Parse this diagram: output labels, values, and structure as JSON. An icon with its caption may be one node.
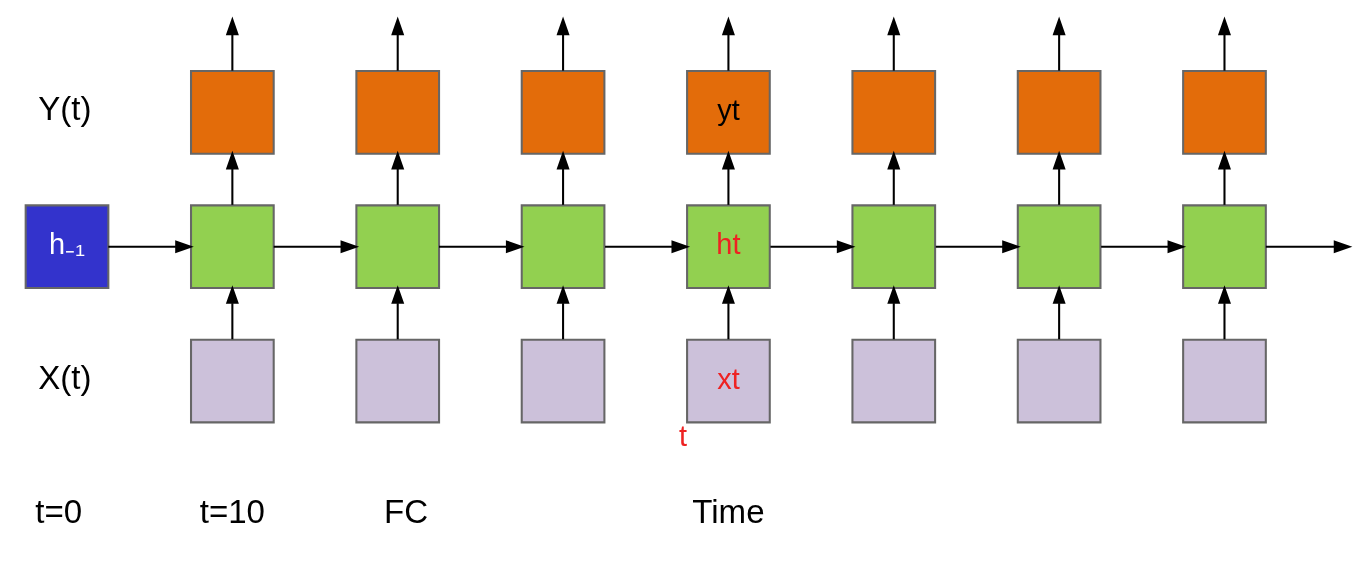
{
  "diagram": {
    "nodes": [
      {
        "text": [
          "h₋₁"
        ]
      },
      {
        "text": [],
        "shape": "box"
      },
      {
        "text": [],
        "shape": "box"
      },
      {
        "text": [],
        "shape": "box"
      },
      {
        "text": [],
        "shape": "box"
      },
      {
        "text": [],
        "shape": "box"
      },
      {
        "text": [],
        "shape": "box"
      },
      {
        "text": [],
        "shape": "box"
      },
      {
        "text": [],
        "shape": "box"
      },
      {
        "text": [],
        "shape": "box"
      },
      {
        "text": [
          "yt"
        ]
      },
      {
        "text": [
          "ht"
        ]
      },
      {
        "text": [
          "xt"
        ],
        "beside": [
          "t"
        ]
      },
      {
        "text": [],
        "shape": "box"
      },
      {
        "text": [],
        "shape": "box"
      },
      {
        "text": [],
        "shape": "box"
      },
      {
        "text": [],
        "shape": "box"
      },
      {
        "text": [],
        "shape": "box"
      },
      {
        "text": [],
        "shape": "box"
      },
      {
        "text": [],
        "shape": "box"
      },
      {
        "text": [],
        "shape": "box"
      },
      {
        "text": [],
        "shape": "box"
      }
    ],
    "edges": [
      {
        "from": 0,
        "to": 2,
        "arrow": "to"
      },
      {
        "from": 3,
        "to": 2,
        "arrow": "to"
      },
      {
        "from": 2,
        "to": 1,
        "arrow": "to"
      },
      {
        "from": 1,
        "to": null,
        "arrow": "to"
      },
      {
        "from": 2,
        "to": 5,
        "arrow": "to"
      },
      {
        "from": 6,
        "to": 5,
        "arrow": "to"
      },
      {
        "from": 5,
        "to": 4,
        "arrow": "to"
      },
      {
        "from": 4,
        "to": null,
        "arrow": "to"
      },
      {
        "from": 5,
        "to": 8,
        "arrow": "to"
      },
      {
        "from": 9,
        "to": 8,
        "arrow": "to"
      },
      {
        "from": 8,
        "to": 7,
        "arrow": "to"
      },
      {
        "from": 7,
        "to": null,
        "arrow": "to"
      },
      {
        "from": 8,
        "to": 11,
        "arrow": "to"
      },
      {
        "from": 12,
        "to": 11,
        "arrow": "to"
      },
      {
        "from": 11,
        "to": 10,
        "arrow": "to"
      },
      {
        "from": 10,
        "to": null,
        "arrow": "to"
      },
      {
        "from": 11,
        "to": 14,
        "arrow": "to"
      },
      {
        "from": 15,
        "to": 14,
        "arrow": "to"
      },
      {
        "from": 14,
        "to": 13,
        "arrow": "to"
      },
      {
        "from": 13,
        "to": null,
        "arrow": "to"
      },
      {
        "from": 14,
        "to": 17,
        "arrow": "to"
      },
      {
        "from": 18,
        "to": 17,
        "arrow": "to"
      },
      {
        "from": 17,
        "to": 16,
        "arrow": "to"
      },
      {
        "from": 16,
        "to": null,
        "arrow": "to"
      },
      {
        "from": 17,
        "to": 20,
        "arrow": "to"
      },
      {
        "from": 21,
        "to": 20,
        "arrow": "to"
      },
      {
        "from": 20,
        "to": 19,
        "arrow": "to"
      },
      {
        "from": 19,
        "to": null,
        "arrow": "to"
      },
      {
        "from": 20,
        "to": null,
        "arrow": "to"
      }
    ],
    "labels": [
      "Y(t)",
      "X(t)",
      "t=0",
      "Time",
      "t=10",
      "FC"
    ]
  }
}
